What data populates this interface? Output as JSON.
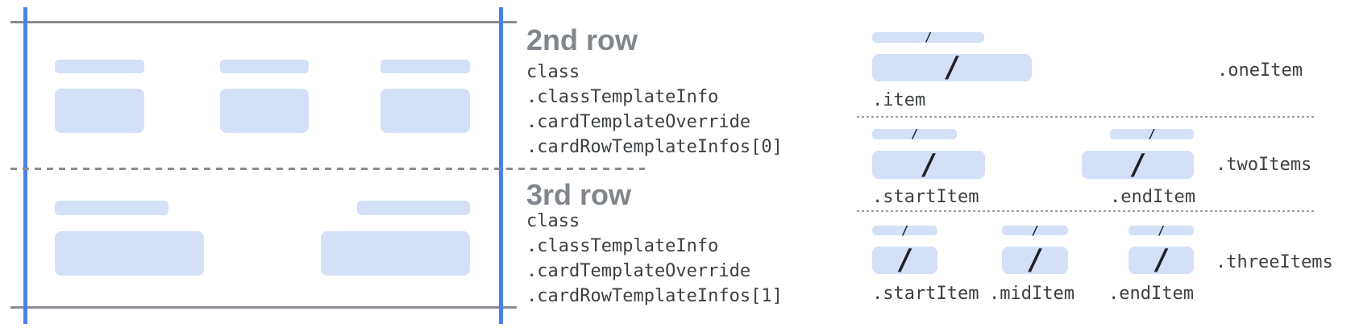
{
  "colors": {
    "background": "#ffffff",
    "bar_fill": "#d4e0f8",
    "guide_blue": "#4a80ee",
    "line_gray": "#898d92",
    "dot_gray": "#9aa0a6",
    "title_gray": "#80868b",
    "code_text": "#3c4043",
    "slash_color": "#202124"
  },
  "glyphs": {
    "slash": "/"
  },
  "rows": [
    {
      "title": "2nd row",
      "path": [
        "class",
        ".classTemplateInfo",
        ".cardTemplateOverride",
        ".cardRowTemplateInfos[0]"
      ]
    },
    {
      "title": "3rd row",
      "path": [
        "class",
        ".classTemplateInfo",
        ".cardTemplateOverride",
        ".cardRowTemplateInfos[1]"
      ]
    }
  ],
  "layouts": [
    {
      "label": ".oneItem",
      "item_labels": [
        ".item"
      ]
    },
    {
      "label": ".twoItems",
      "item_labels": [
        ".startItem",
        ".endItem"
      ]
    },
    {
      "label": ".threeItems",
      "item_labels": [
        ".startItem",
        ".midItem",
        ".endItem"
      ]
    }
  ]
}
